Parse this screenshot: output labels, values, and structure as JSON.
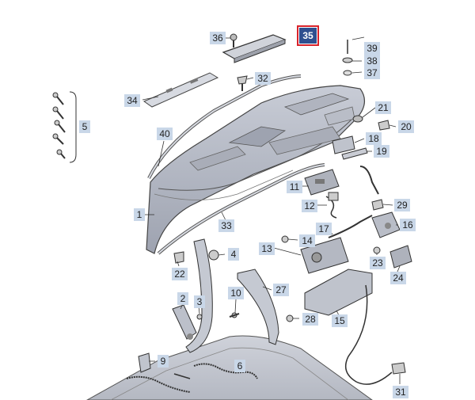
{
  "diagram": {
    "highlight_color": "#d9232b",
    "label_bg": "#c9d7e8",
    "highlight_bg": "#2f4f8f",
    "callouts": [
      {
        "id": "1",
        "label": "1"
      },
      {
        "id": "2",
        "label": "2"
      },
      {
        "id": "3",
        "label": "3"
      },
      {
        "id": "4",
        "label": "4"
      },
      {
        "id": "5",
        "label": "5"
      },
      {
        "id": "6",
        "label": "6"
      },
      {
        "id": "9",
        "label": "9"
      },
      {
        "id": "10",
        "label": "10"
      },
      {
        "id": "11",
        "label": "11"
      },
      {
        "id": "12",
        "label": "12"
      },
      {
        "id": "13",
        "label": "13"
      },
      {
        "id": "14",
        "label": "14"
      },
      {
        "id": "15",
        "label": "15"
      },
      {
        "id": "16",
        "label": "16"
      },
      {
        "id": "17",
        "label": "17"
      },
      {
        "id": "18",
        "label": "18"
      },
      {
        "id": "19",
        "label": "19"
      },
      {
        "id": "20",
        "label": "20"
      },
      {
        "id": "21",
        "label": "21"
      },
      {
        "id": "22",
        "label": "22"
      },
      {
        "id": "23",
        "label": "23"
      },
      {
        "id": "24",
        "label": "24"
      },
      {
        "id": "27",
        "label": "27"
      },
      {
        "id": "28",
        "label": "28"
      },
      {
        "id": "29",
        "label": "29"
      },
      {
        "id": "31",
        "label": "31"
      },
      {
        "id": "32",
        "label": "32"
      },
      {
        "id": "33",
        "label": "33"
      },
      {
        "id": "34",
        "label": "34"
      },
      {
        "id": "35",
        "label": "35",
        "highlighted": true
      },
      {
        "id": "36",
        "label": "36"
      },
      {
        "id": "37",
        "label": "37"
      },
      {
        "id": "38",
        "label": "38"
      },
      {
        "id": "39",
        "label": "39"
      },
      {
        "id": "40",
        "label": "40"
      }
    ]
  }
}
